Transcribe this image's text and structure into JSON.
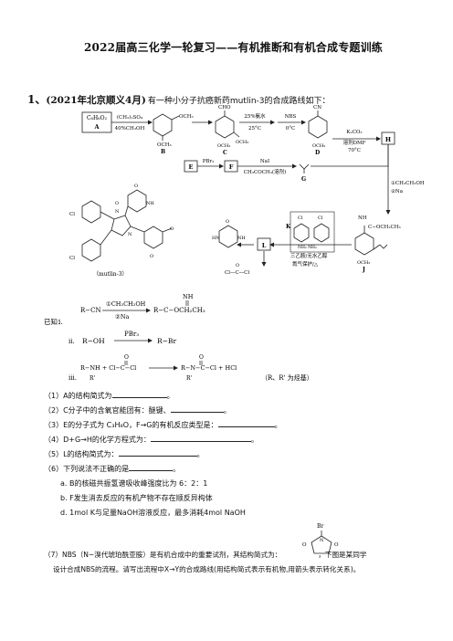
{
  "header": {
    "title": "2022届高三化学一轮复习——有机推断和有机合成专题训练"
  },
  "question1": {
    "number": "1、",
    "source": "(2021年北京顺义4月)",
    "intro": "有一种小分子抗癌新药mutlin-3的合成路线如下："
  },
  "scheme": {
    "box_A": "C₆H₆O₂\nA",
    "reagent_A_top": "(CH₃)₂SO₄",
    "reagent_A_bottom": "40%CH₃OH",
    "label_B": "B",
    "label_C": "C",
    "label_D": "D",
    "sub_CHO": "CHO",
    "sub_CN": "CN",
    "sub_OCH3": "OCH₃",
    "reagent_C_top": "25%氨水",
    "reagent_C_bottom": "25°C",
    "reagent_D_top": "NBS",
    "reagent_D_bottom": "0°C",
    "reagent_H_top": "K₂CO₃",
    "reagent_H_mid": "溶剂DMF",
    "reagent_H_bottom": "70°C",
    "box_H": "H",
    "box_E": "E",
    "box_F": "F",
    "label_G": "G",
    "reagent_F": "PBr₃",
    "reagent_G_top": "NaI",
    "reagent_G_bottom": "CH₃COCH₃(溶剂)",
    "reagent_J_1": "①CH₃CH₂OH",
    "reagent_J_2": "②Na",
    "label_K": "K",
    "label_J": "J",
    "box_L": "L",
    "k_sub": "NH₂ NH₂",
    "j_sub_NH": "NH",
    "j_sub_ester": "C−OCH₂CH₃",
    "reagent_L_top": "三乙胺/无水乙醇",
    "reagent_L_bottom": "氮气保护/△",
    "reagent_L_side": "Cl—C—Cl",
    "label_mutlin": "（mutlin-3）",
    "cl": "Cl",
    "nh": "NH",
    "hn": "HN",
    "o": "O",
    "n": "N"
  },
  "known": {
    "prefix": "已知：",
    "i_label": "i.",
    "i_left": "R−CN",
    "i_reagent_1": "①CH₃CH₂OH",
    "i_reagent_2": "②Na",
    "i_right": "R−C−OCH₂CH₃",
    "i_nh": "NH",
    "ii_label": "ii.",
    "ii_left": "R−OH",
    "ii_reagent": "PBr₃",
    "ii_right": "R−Br",
    "iii_label": "iii.",
    "iii_left": "R−NH + Cl−C−Cl",
    "iii_right": "R−N−C−Cl + HCl",
    "iii_r1": "R'",
    "iii_r2": "R'",
    "iii_o": "O",
    "iii_note": "（R、R' 为烃基）"
  },
  "questions": [
    {
      "id": "q1",
      "text": "（1）A的结构简式为",
      "tail": "。"
    },
    {
      "id": "q2",
      "text": "（2）C分子中的含氧官能团有：醚键、",
      "tail": "。"
    },
    {
      "id": "q3",
      "text": "（3）E的分子式为 C₃H₈O，F→G的有机反应类型是：",
      "tail": "。"
    },
    {
      "id": "q4",
      "text": "（4）D+G→H的化学方程式为：",
      "tail": "。"
    },
    {
      "id": "q5",
      "text": "（5）L的结构简式为：",
      "tail": "。"
    },
    {
      "id": "q6",
      "text": "（6）下列说法不正确的是",
      "tail": "。"
    }
  ],
  "options": [
    "a. B的核磁共振氢谱吸收峰强度比为 6：2：1",
    "b. F发生消去反应的有机产物不存在顺反异构体",
    "d. 1mol K与足量NaOH溶液反应，最多消耗4mol NaOH"
  ],
  "q7": {
    "line1": "（7）NBS（N−溴代琥珀酰亚胺）是有机合成中的重要试剂，其结构简式为：",
    "line1_tail": "，下图是某同学",
    "line2": "设计合成NBS的流程。请写出流程中X→Y的合成路线(用结构简式表示有机物,用箭头表示转化关系)。",
    "br": "Br",
    "n": "N",
    "o": "O"
  }
}
